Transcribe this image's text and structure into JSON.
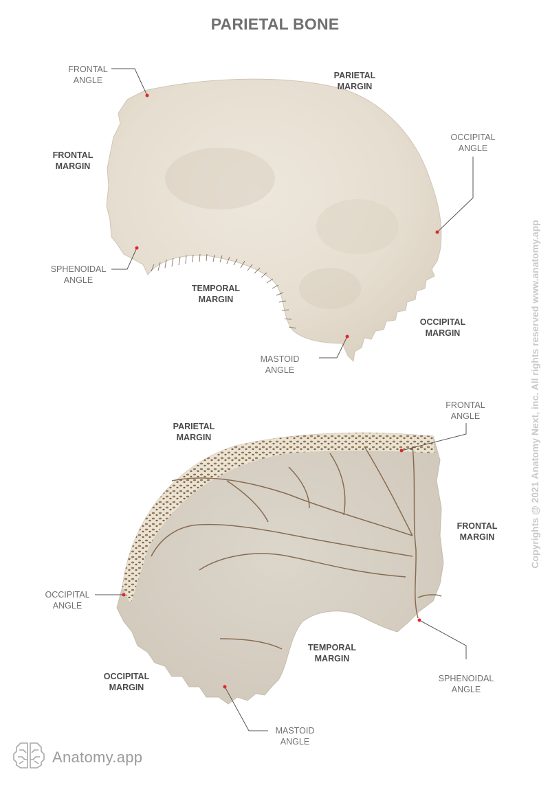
{
  "title": "PARIETAL BONE",
  "views": [
    {
      "name": "external-surface",
      "labels": {
        "frontal_angle": {
          "line1": "FRONTAL",
          "line2": "ANGLE"
        },
        "parietal_margin": {
          "line1": "PARIETAL",
          "line2": "MARGIN"
        },
        "frontal_margin": {
          "line1": "FRONTAL",
          "line2": "MARGIN"
        },
        "occipital_angle": {
          "line1": "OCCIPITAL",
          "line2": "ANGLE"
        },
        "sphenoidal_angle": {
          "line1": "SPHENOIDAL",
          "line2": "ANGLE"
        },
        "temporal_margin": {
          "line1": "TEMPORAL",
          "line2": "MARGIN"
        },
        "occipital_margin": {
          "line1": "OCCIPITAL",
          "line2": "MARGIN"
        },
        "mastoid_angle": {
          "line1": "MASTOID",
          "line2": "ANGLE"
        }
      }
    },
    {
      "name": "internal-surface",
      "labels": {
        "parietal_margin": {
          "line1": "PARIETAL",
          "line2": "MARGIN"
        },
        "frontal_angle": {
          "line1": "FRONTAL",
          "line2": "ANGLE"
        },
        "frontal_margin": {
          "line1": "FRONTAL",
          "line2": "MARGIN"
        },
        "occipital_angle": {
          "line1": "OCCIPITAL",
          "line2": "ANGLE"
        },
        "sphenoidal_angle": {
          "line1": "SPHENOIDAL",
          "line2": "ANGLE"
        },
        "temporal_margin": {
          "line1": "TEMPORAL",
          "line2": "MARGIN"
        },
        "occipital_margin": {
          "line1": "OCCIPITAL",
          "line2": "MARGIN"
        },
        "mastoid_angle": {
          "line1": "MASTOID",
          "line2": "ANGLE"
        }
      }
    }
  ],
  "copyright": "Copyrights @ 2021 Anatomy Next, inc. All rights reserved www.anatomy.app",
  "brand": {
    "name": "Anatomy.app",
    "icon": "brain-icon"
  },
  "colors": {
    "bone": "#e9e2d6",
    "bone_shadow": "#d8cfc0",
    "inner_bone": "#d9d2c6",
    "groove": "#7a5a3e",
    "marker": "#e0262d",
    "leader_line": "#555555",
    "label_bold": "#4a4a4c",
    "label_thin": "#707071"
  }
}
